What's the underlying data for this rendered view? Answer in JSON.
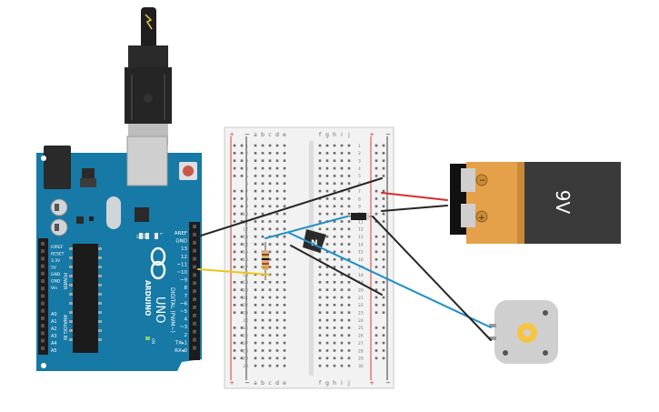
{
  "arduino": {
    "brand": "ARDUINO",
    "model": "UNO",
    "header_left": [
      "IOREF",
      "RESET",
      "3.3V",
      "5V",
      "GND",
      "GND",
      "Vin"
    ],
    "analog_pins": [
      "A0",
      "A1",
      "A2",
      "A3",
      "A4",
      "A5"
    ],
    "power_label": "POWER",
    "analog_label": "ANALOG IN",
    "digital_pins": [
      "AREF",
      "GND",
      "13",
      "12",
      "~11",
      "~10",
      "~9",
      "8",
      "7",
      "~6",
      "~5",
      "4",
      "~3",
      "2",
      "TX▸1",
      "RX◂0"
    ],
    "digital_label": "DIGITAL (PWM~)",
    "led_labels": [
      "TX",
      "RX",
      "L"
    ],
    "on_label": "ON",
    "icon": "usb-plug-icon"
  },
  "breadboard": {
    "columns_left": [
      "a",
      "b",
      "c",
      "d",
      "e"
    ],
    "columns_right": [
      "f",
      "g",
      "h",
      "i",
      "j"
    ],
    "row_count": 30,
    "rail_plus": "+",
    "rail_minus": "−"
  },
  "battery": {
    "label": "9V",
    "minus_label": "−",
    "plus_label": "+",
    "colors": {
      "body": "#e5a04a",
      "label": "#3b3b3b"
    }
  },
  "transistor": {
    "label": "N"
  },
  "motor": {
    "icon": "gear-icon",
    "colors": {
      "body": "#cfcfcf",
      "gear": "#f5c542"
    }
  },
  "wires": {
    "colors": {
      "black": "#262626",
      "red": "#d22f2f",
      "blue": "#1e90c8",
      "yellow": "#f0c419"
    }
  }
}
